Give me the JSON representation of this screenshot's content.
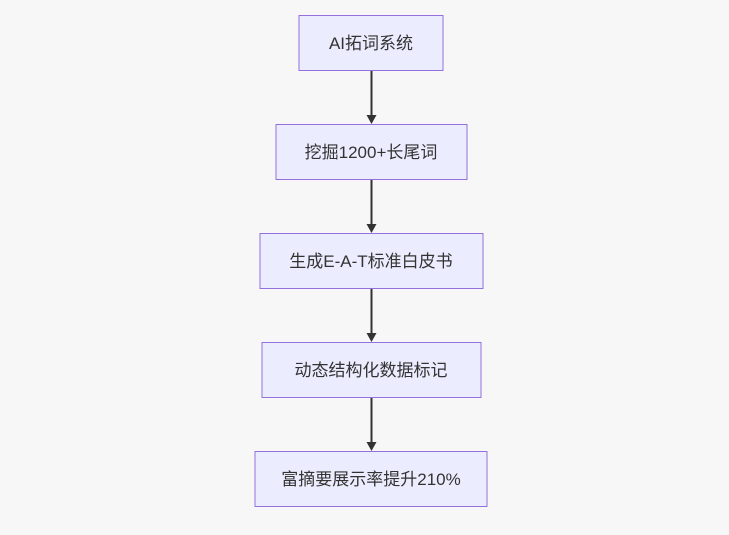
{
  "page": {
    "background_color": "#f7f7f7"
  },
  "flowchart": {
    "type": "flowchart",
    "direction": "top-down",
    "node_fill_color": "#ECECFF",
    "node_border_color": "#9370DB",
    "text_color": "#333333",
    "arrow_color": "#333333",
    "nodes": [
      {
        "label": "AI拓词系统"
      },
      {
        "label": "挖掘1200+长尾词"
      },
      {
        "label": "生成E-A-T标准白皮书"
      },
      {
        "label": "动态结构化数据标记"
      },
      {
        "label": "富摘要展示率提升210%"
      }
    ],
    "edges": [
      {
        "from": 0,
        "to": 1
      },
      {
        "from": 1,
        "to": 2
      },
      {
        "from": 2,
        "to": 3
      },
      {
        "from": 3,
        "to": 4
      }
    ]
  }
}
